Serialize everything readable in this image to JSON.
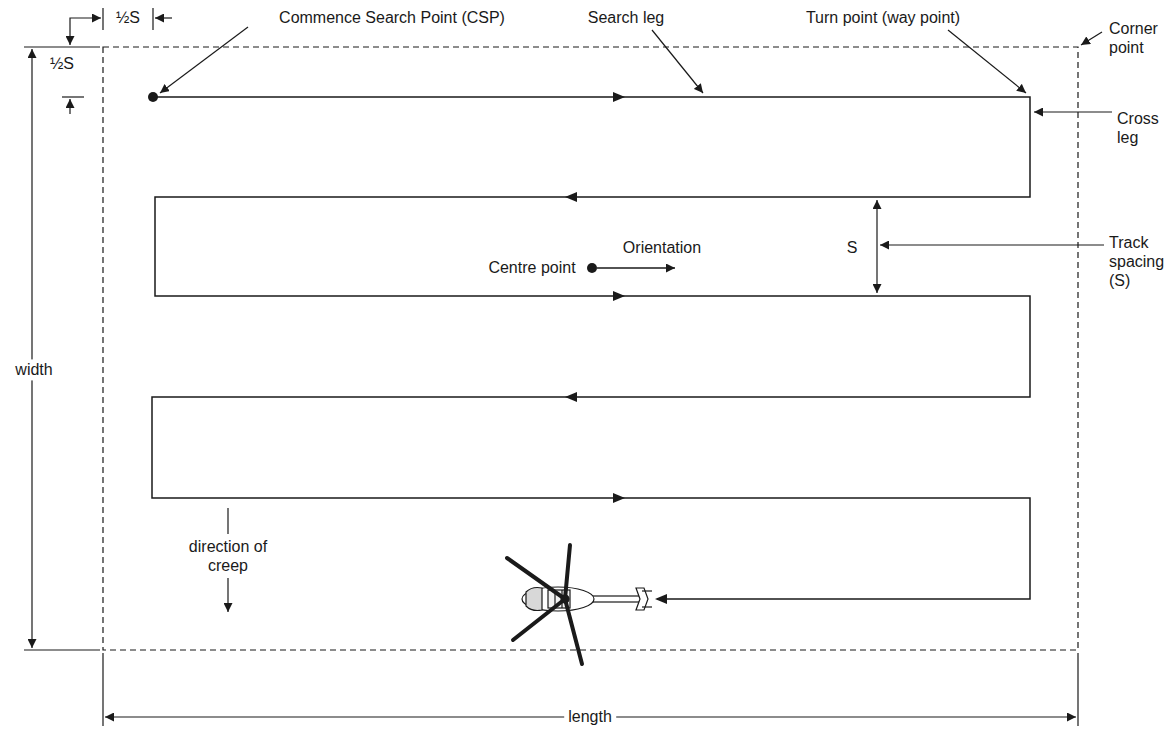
{
  "diagram": {
    "labels": [
      "½S",
      "½S",
      "Commence Search Point (CSP)",
      "Search leg",
      "Turn point (way point)",
      "Corner point",
      "Cross leg",
      "S",
      "Track spacing (S)",
      "Orientation",
      "Centre point",
      "width",
      "direction of creep",
      "length"
    ]
  }
}
